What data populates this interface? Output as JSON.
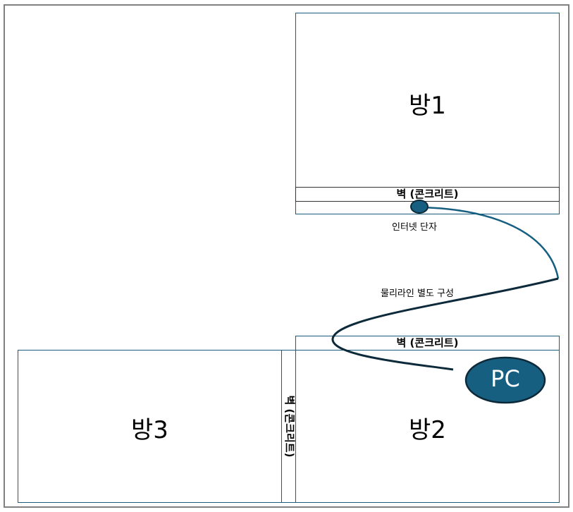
{
  "rooms": {
    "room1": "방1",
    "room2": "방2",
    "room3": "방3"
  },
  "walls": {
    "wall1": "벽 (콘크리트)",
    "wall2": "벽 (콘크리트)",
    "wall3": "벽 (콘크리트)"
  },
  "labels": {
    "outlet": "인터넷 단자",
    "line": "물리라인 별도 구성",
    "pc": "PC"
  },
  "colors": {
    "accent": "#175f80",
    "dark": "#0d2a3a"
  }
}
